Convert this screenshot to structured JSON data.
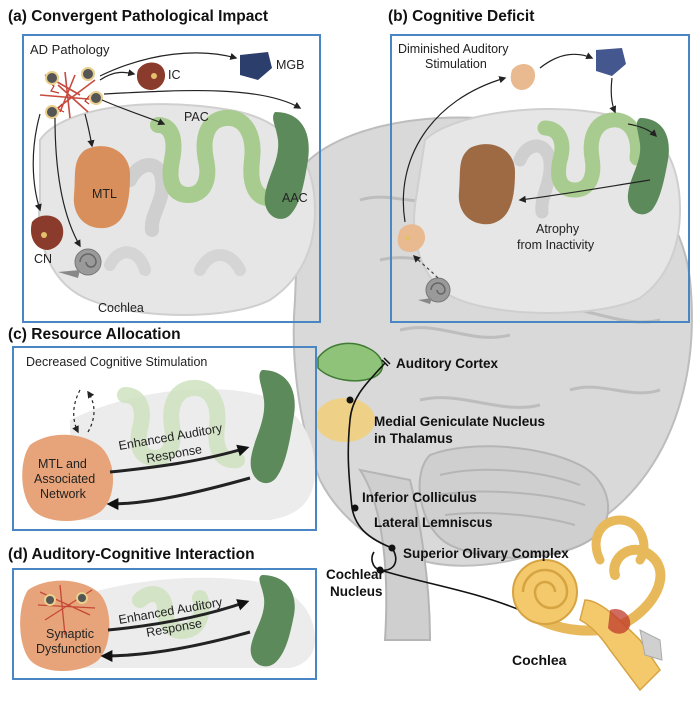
{
  "panels": {
    "a": {
      "title": "(a) Convergent Pathological Impact",
      "labels": {
        "ad_pathology": "AD Pathology",
        "ic": "IC",
        "mgb": "MGB",
        "pac": "PAC",
        "mtl": "MTL",
        "aac": "AAC",
        "cn": "CN",
        "cochlea": "Cochlea"
      }
    },
    "b": {
      "title": "(b) Cognitive Deficit",
      "labels": {
        "diminished_1": "Diminished Auditory",
        "diminished_2": "Stimulation",
        "atrophy_1": "Atrophy",
        "atrophy_2": "from Inactivity"
      }
    },
    "c": {
      "title": "(c) Resource Allocation",
      "labels": {
        "decreased": "Decreased Cognitive Stimulation",
        "mtl_1": "MTL and",
        "mtl_2": "Associated",
        "mtl_3": "Network",
        "enhanced_1": "Enhanced Auditory",
        "enhanced_2": "Response"
      }
    },
    "d": {
      "title": "(d) Auditory-Cognitive Interaction",
      "labels": {
        "synaptic_1": "Synaptic",
        "synaptic_2": "Dysfunction",
        "enhanced_1": "Enhanced Auditory",
        "enhanced_2": "Response"
      }
    }
  },
  "pathway": {
    "auditory_cortex": "Auditory Cortex",
    "mgn_1": "Medial Geniculate Nucleus",
    "mgn_2": "in Thalamus",
    "inferior_colliculus": "Inferior Colliculus",
    "lateral_lemniscus": "Lateral Lemniscus",
    "superior_olivary": "Superior Olivary Complex",
    "cochlear_nucleus_1": "Cochlear",
    "cochlear_nucleus_2": "Nucleus",
    "cochlea": "Cochlea"
  },
  "colors": {
    "panel_border": "#4b86c4",
    "brain_gray": "#c9c9c9",
    "mtl": "#d98f5b",
    "pac_light": "#a8cc8f",
    "aac_dark": "#5c8a5b",
    "mgb_navy": "#2c3e6b",
    "pathology_red": "#b03a2e",
    "cochlea_yellow": "#f3c96b"
  }
}
